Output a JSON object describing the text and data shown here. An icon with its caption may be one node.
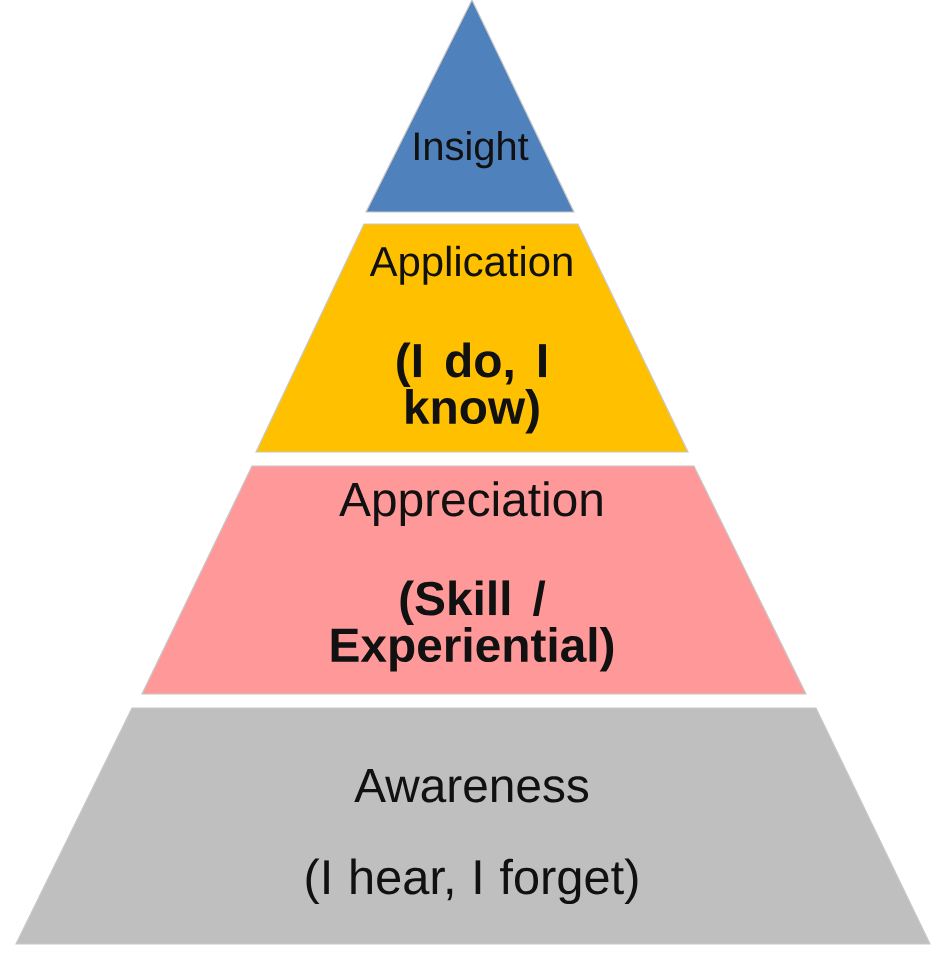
{
  "diagram": {
    "nodes": [
      {
        "text": [
          "Insight"
        ]
      },
      {
        "text": [
          "Application",
          "(I do, I know)"
        ]
      },
      {
        "text": [
          "Appreciation",
          "(Skill / Experiential)"
        ]
      },
      {
        "text": [
          "Awareness",
          "(I hear, I forget)"
        ]
      }
    ]
  }
}
